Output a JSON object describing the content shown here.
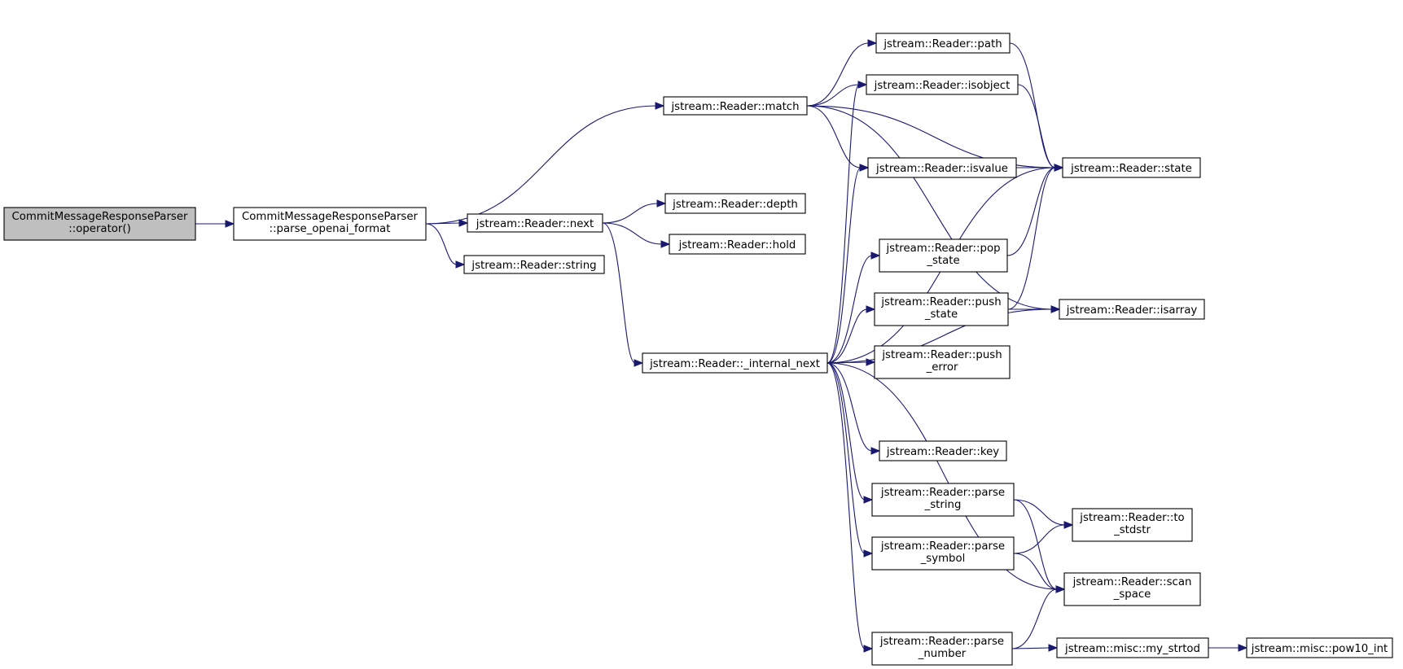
{
  "graph": {
    "edge_color": "#191970",
    "root_fill": "#bfbfbf",
    "nodes": [
      {
        "id": "op",
        "lines": [
          "CommitMessageResponseParser",
          "::operator()"
        ]
      },
      {
        "id": "pof",
        "lines": [
          "CommitMessageResponseParser",
          "::parse_openai_format"
        ]
      },
      {
        "id": "match",
        "lines": [
          "jstream::Reader::match"
        ]
      },
      {
        "id": "next",
        "lines": [
          "jstream::Reader::next"
        ]
      },
      {
        "id": "string",
        "lines": [
          "jstream::Reader::string"
        ]
      },
      {
        "id": "path",
        "lines": [
          "jstream::Reader::path"
        ]
      },
      {
        "id": "isobject",
        "lines": [
          "jstream::Reader::isobject"
        ]
      },
      {
        "id": "isvalue",
        "lines": [
          "jstream::Reader::isvalue"
        ]
      },
      {
        "id": "state",
        "lines": [
          "jstream::Reader::state"
        ]
      },
      {
        "id": "depth",
        "lines": [
          "jstream::Reader::depth"
        ]
      },
      {
        "id": "hold",
        "lines": [
          "jstream::Reader::hold"
        ]
      },
      {
        "id": "inext",
        "lines": [
          "jstream::Reader::_internal_next"
        ]
      },
      {
        "id": "pop",
        "lines": [
          "jstream::Reader::pop",
          "_state"
        ]
      },
      {
        "id": "push",
        "lines": [
          "jstream::Reader::push",
          "_state"
        ]
      },
      {
        "id": "isarray",
        "lines": [
          "jstream::Reader::isarray"
        ]
      },
      {
        "id": "perr",
        "lines": [
          "jstream::Reader::push",
          "_error"
        ]
      },
      {
        "id": "key",
        "lines": [
          "jstream::Reader::key"
        ]
      },
      {
        "id": "pstr",
        "lines": [
          "jstream::Reader::parse",
          "_string"
        ]
      },
      {
        "id": "tostd",
        "lines": [
          "jstream::Reader::to",
          "_stdstr"
        ]
      },
      {
        "id": "psym",
        "lines": [
          "jstream::Reader::parse",
          "_symbol"
        ]
      },
      {
        "id": "scan",
        "lines": [
          "jstream::Reader::scan",
          "_space"
        ]
      },
      {
        "id": "pnum",
        "lines": [
          "jstream::Reader::parse",
          "_number"
        ]
      },
      {
        "id": "strtod",
        "lines": [
          "jstream::misc::my_strtod"
        ]
      },
      {
        "id": "pow10",
        "lines": [
          "jstream::misc::pow10_int"
        ]
      }
    ],
    "edges": [
      [
        "op",
        "pof"
      ],
      [
        "pof",
        "match"
      ],
      [
        "pof",
        "next"
      ],
      [
        "pof",
        "string"
      ],
      [
        "match",
        "path"
      ],
      [
        "match",
        "isobject"
      ],
      [
        "match",
        "isvalue"
      ],
      [
        "match",
        "state"
      ],
      [
        "match",
        "isarray"
      ],
      [
        "next",
        "depth"
      ],
      [
        "next",
        "hold"
      ],
      [
        "next",
        "inext"
      ],
      [
        "path",
        "state"
      ],
      [
        "isobject",
        "state"
      ],
      [
        "isvalue",
        "state"
      ],
      [
        "inext",
        "isobject"
      ],
      [
        "inext",
        "isvalue"
      ],
      [
        "inext",
        "state"
      ],
      [
        "inext",
        "pop"
      ],
      [
        "inext",
        "push"
      ],
      [
        "inext",
        "perr"
      ],
      [
        "inext",
        "isarray"
      ],
      [
        "inext",
        "key"
      ],
      [
        "inext",
        "pstr"
      ],
      [
        "inext",
        "psym"
      ],
      [
        "inext",
        "scan"
      ],
      [
        "inext",
        "pnum"
      ],
      [
        "pop",
        "state"
      ],
      [
        "push",
        "state"
      ],
      [
        "push",
        "isarray"
      ],
      [
        "pstr",
        "tostd"
      ],
      [
        "pstr",
        "scan"
      ],
      [
        "psym",
        "tostd"
      ],
      [
        "psym",
        "scan"
      ],
      [
        "pnum",
        "scan"
      ],
      [
        "pnum",
        "strtod"
      ],
      [
        "strtod",
        "pow10"
      ]
    ]
  }
}
